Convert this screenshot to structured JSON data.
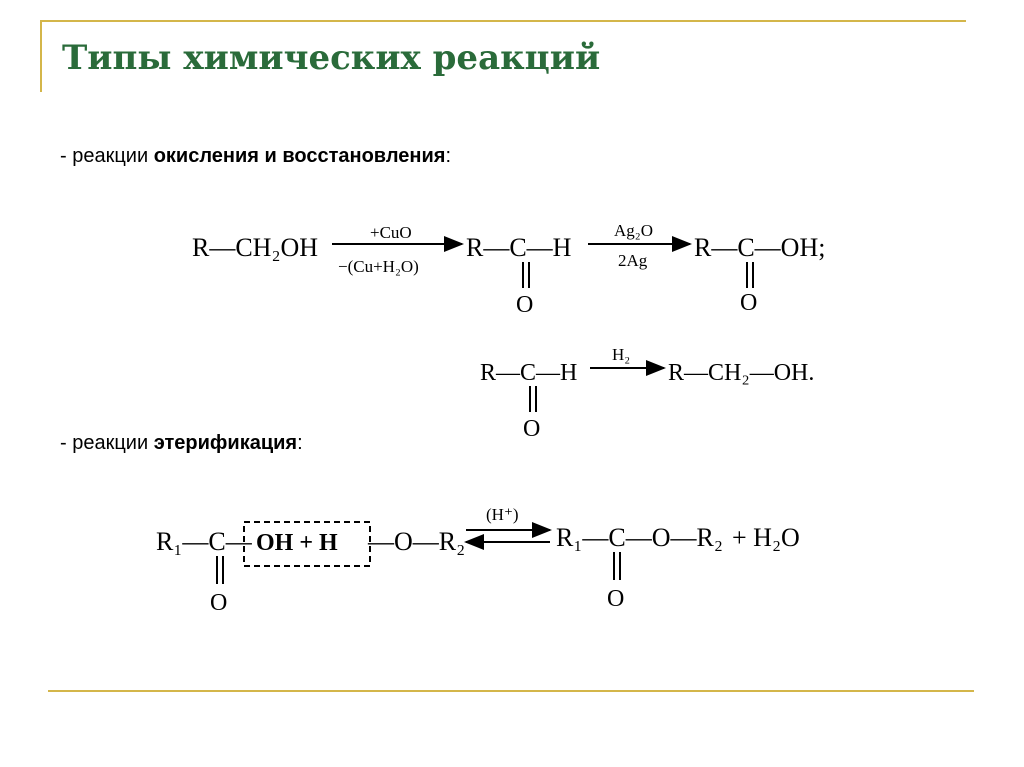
{
  "title": "Типы химических реакций",
  "section_1": {
    "prefix": "- реакции ",
    "bold": "окисления и восстановления",
    "suffix": ":"
  },
  "section_2": {
    "prefix": "- реакции ",
    "bold": "этерификация",
    "suffix": ":"
  },
  "colors": {
    "title": "#2a6b3a",
    "rule": "#d4b64a"
  },
  "reaction_1": {
    "reactant": "R—CH₂OH",
    "reagent_above": "+CuO",
    "reagent_below": "−(Cu+H₂O)",
    "product_1": "R—C—H",
    "carbonyl_o": "O",
    "reagent_2_above": "Ag₂O",
    "reagent_2_below": "2Ag",
    "product_2": "R—C—OH;"
  },
  "reaction_2": {
    "reactant": "R—C—H",
    "carbonyl_o": "O",
    "reagent_above": "H₂",
    "product": "R—CH₂—OH."
  },
  "reaction_3": {
    "reactant": "R₁—C—",
    "boxed": "OH + H",
    "reactant_tail": "—O—R₂",
    "carbonyl_o": "O",
    "catalyst": "(H⁺)",
    "product": "R₁—C—O—R₂",
    "byproduct": "+ H₂O"
  }
}
